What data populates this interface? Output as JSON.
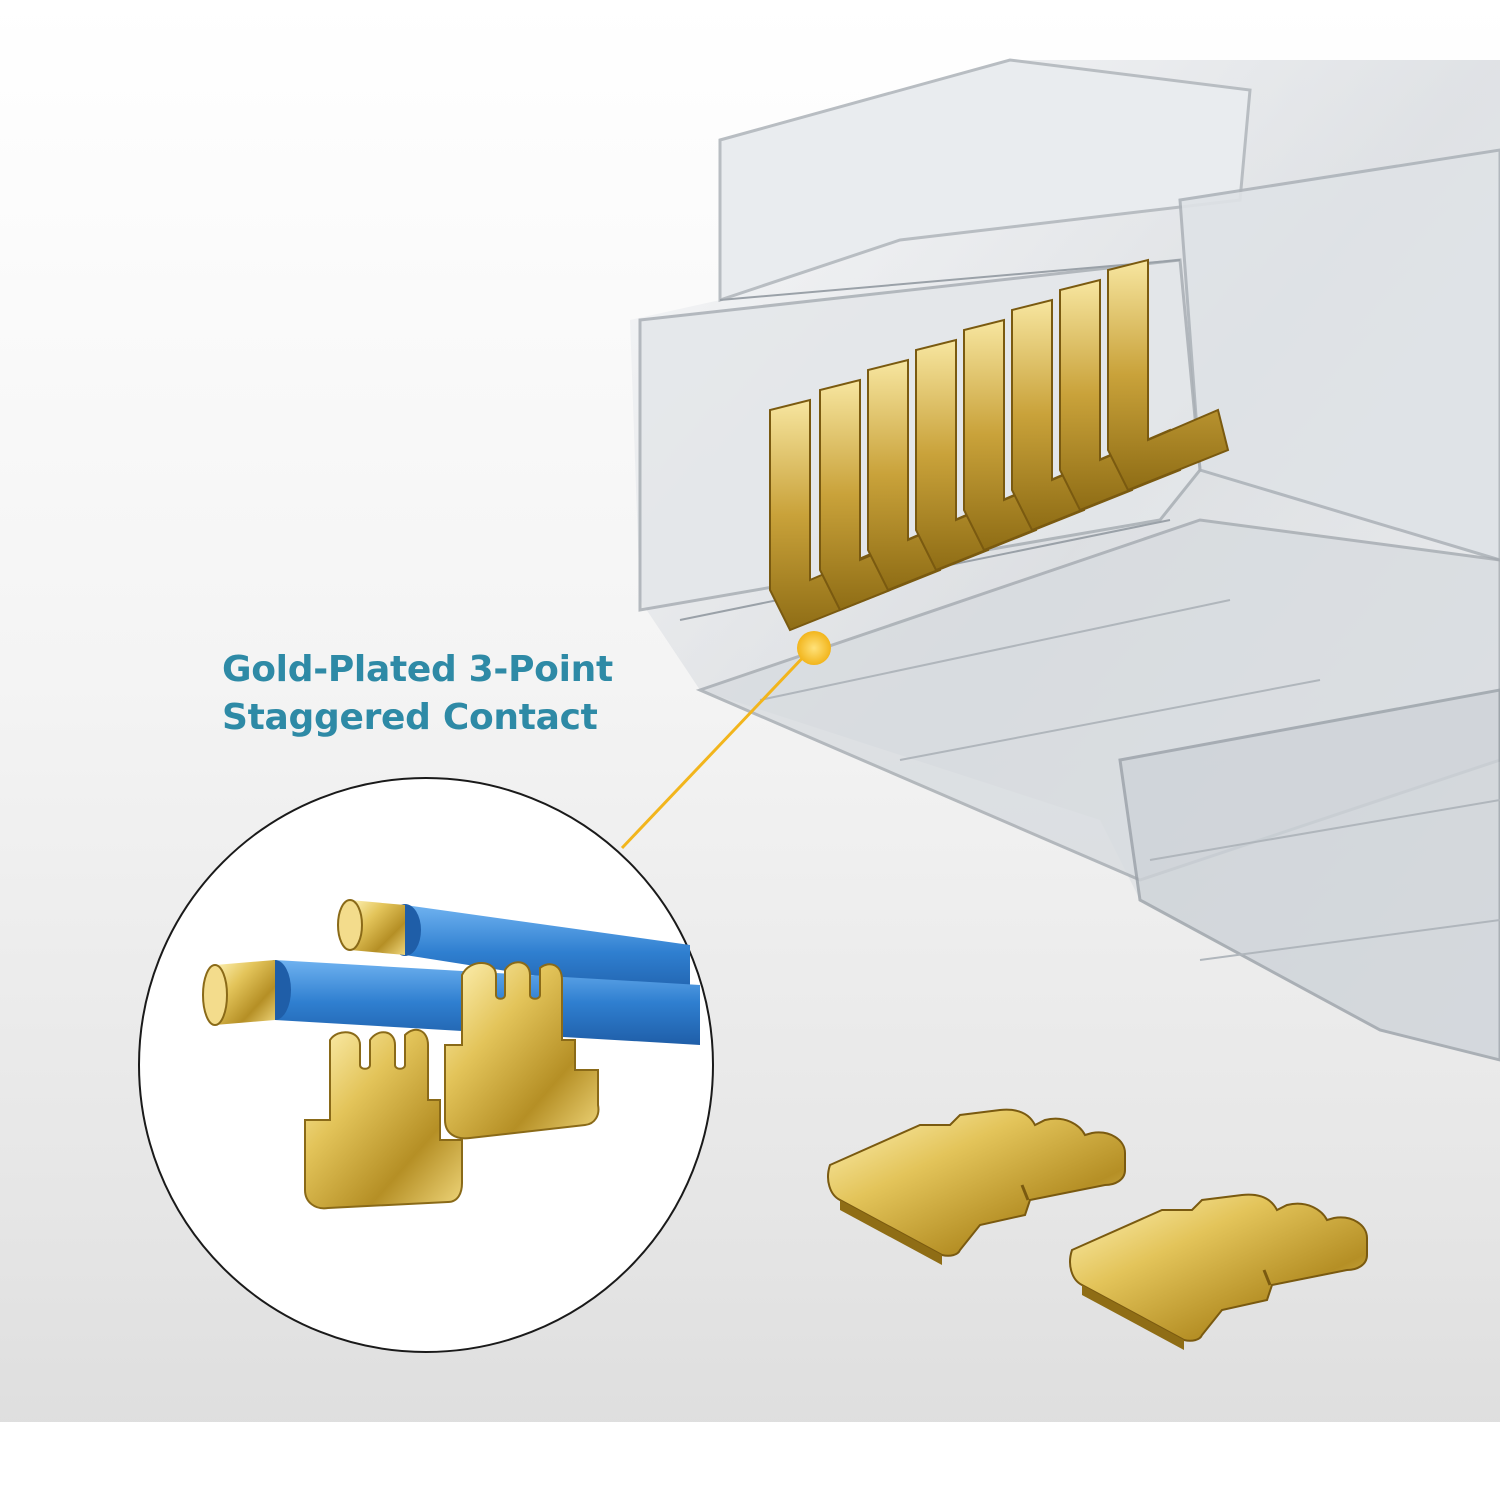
{
  "callout": {
    "line1": "Gold-Plated 3-Point",
    "line2": "Staggered Contact"
  },
  "colors": {
    "caption_text": "#2e8aa6",
    "gold": "#d9b84a",
    "callout_line": "#f2b51c",
    "wire_blue": "#2f7fd0",
    "plastic": "#c9cdd2"
  },
  "icons": {
    "connector": "rj45-connector-clear",
    "contact_pin": "gold-contact-blade",
    "wire": "blue-insulated-wire"
  }
}
